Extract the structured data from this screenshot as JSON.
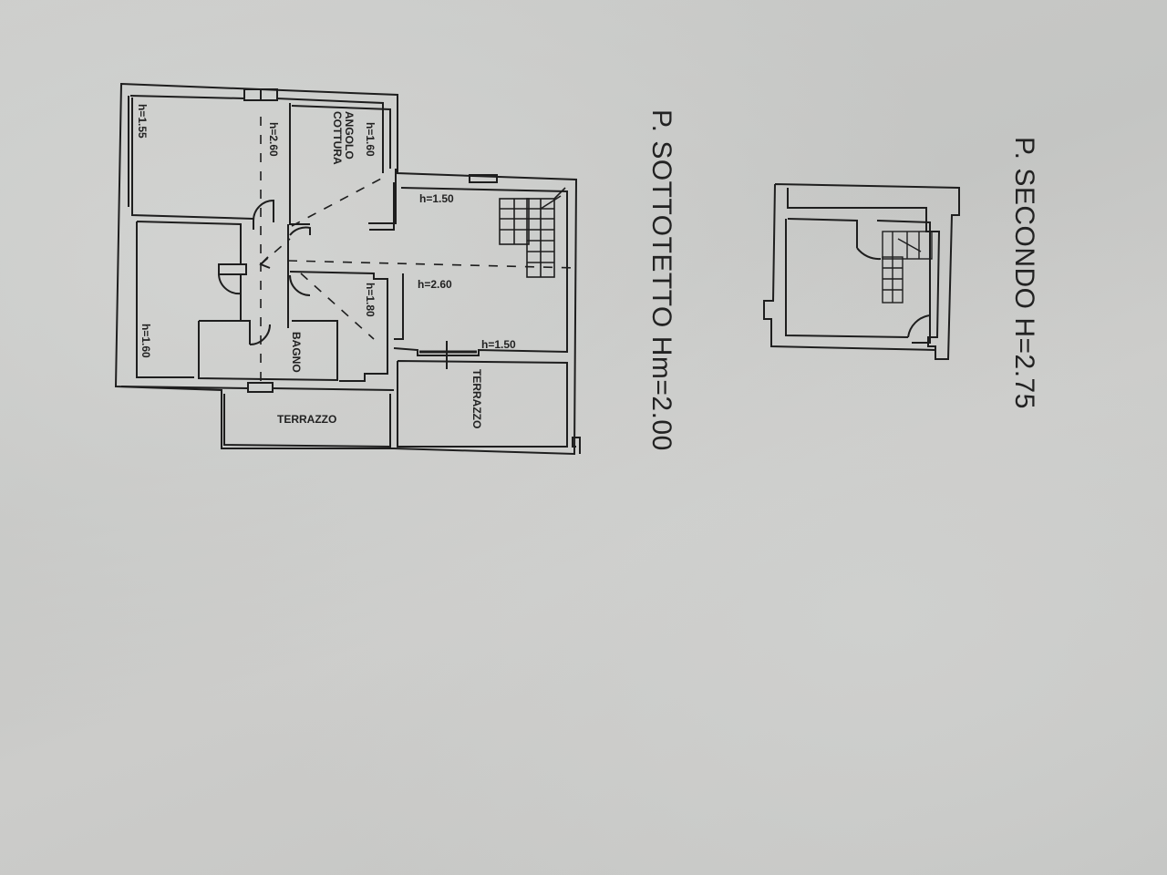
{
  "plans": [
    {
      "title": "P. SOTTOTETTO Hm=2.00",
      "rooms": [
        {
          "name": "",
          "height": "h=1.55"
        },
        {
          "name": "",
          "height": "h=2.60"
        },
        {
          "name": "ANGOLO COTTURA",
          "name_line1": "ANGOLO",
          "name_line2": "COTTURA",
          "height": "h=1.60"
        },
        {
          "name": "",
          "height": "h=1.60"
        },
        {
          "name": "BAGNO",
          "height": ""
        },
        {
          "name": "",
          "height": "h=1.80"
        },
        {
          "name": "",
          "height": "h=1.50"
        },
        {
          "name": "",
          "height": "h=2.60"
        },
        {
          "name": "",
          "height": "h=1.50"
        },
        {
          "name": "TERRAZZO",
          "height": ""
        },
        {
          "name": "TERRAZZO",
          "height": ""
        }
      ]
    },
    {
      "title": "P. SECONDO H=2.75",
      "rooms": []
    }
  ],
  "colors": {
    "paper": "#c8c9c7",
    "ink": "#222222"
  }
}
